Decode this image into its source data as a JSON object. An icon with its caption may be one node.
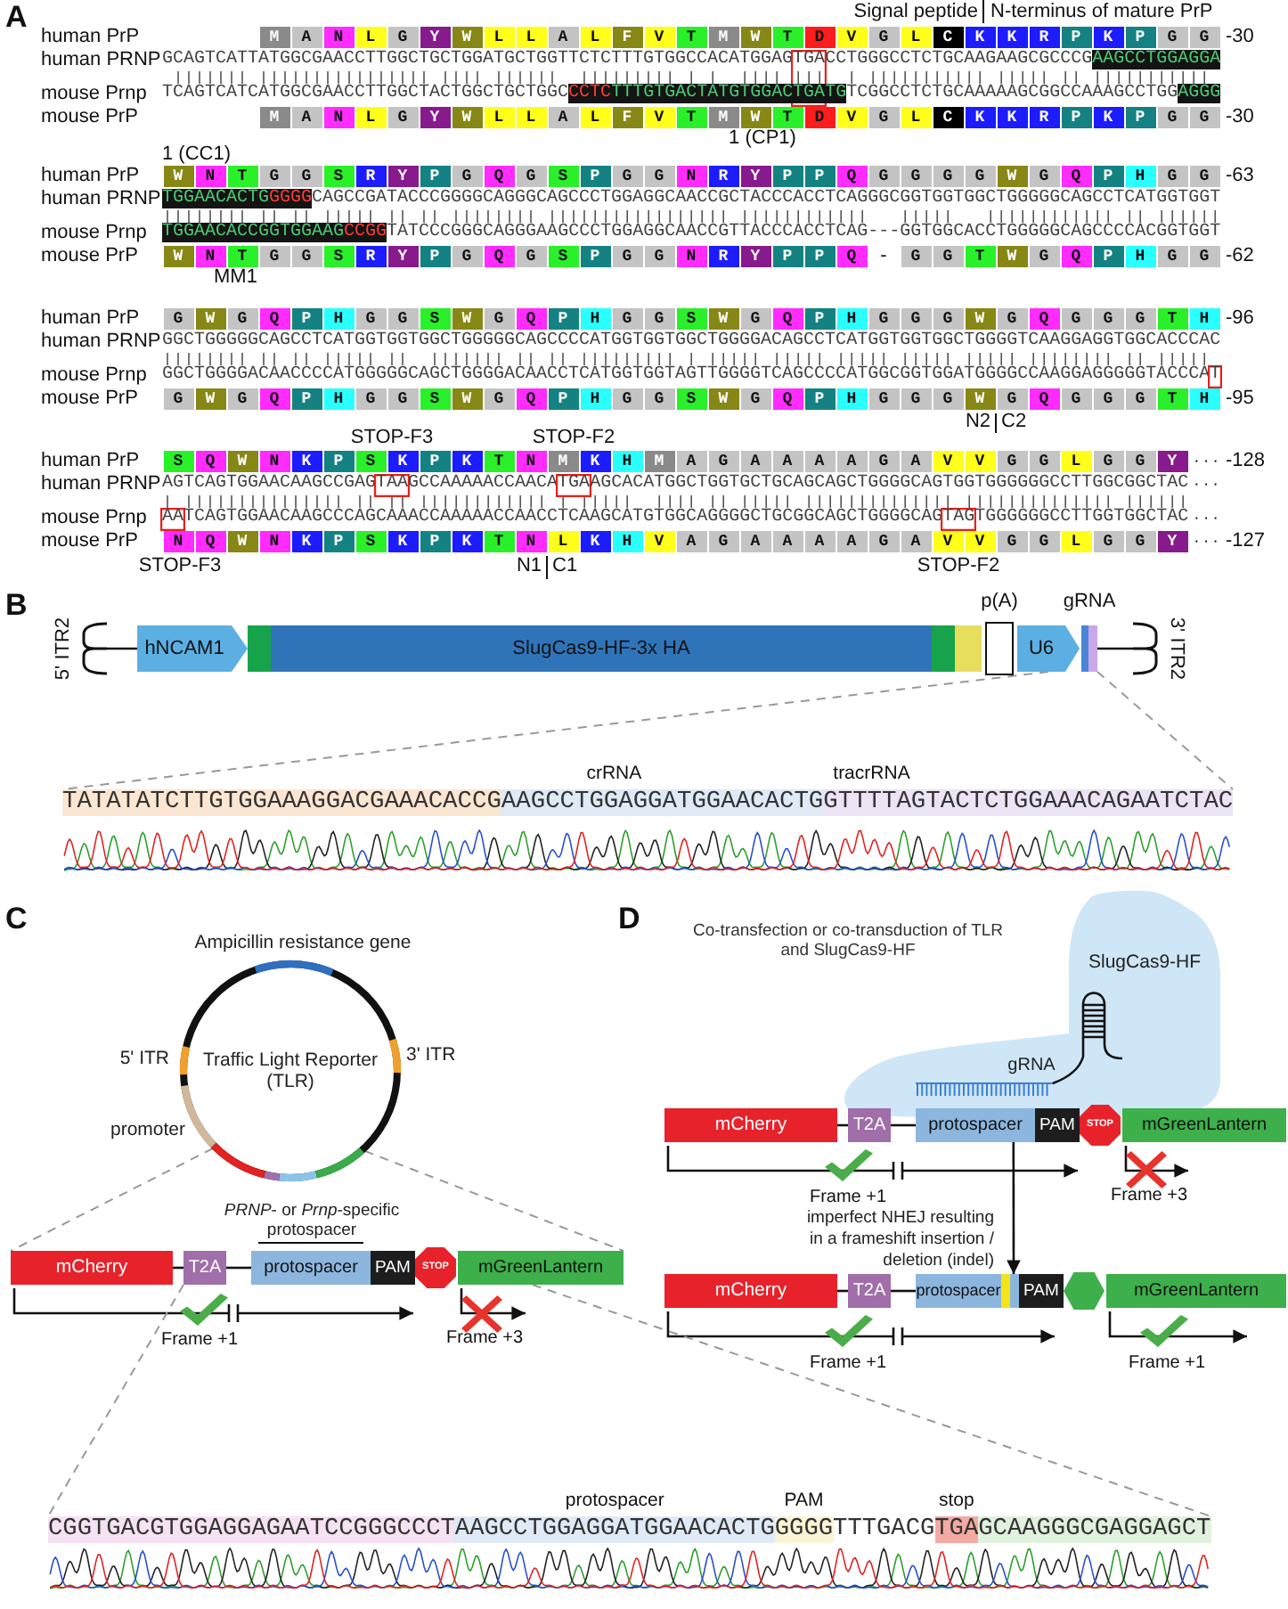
{
  "diagram": {
    "nodes": [
      {
        "text": [
          "M"
        ]
      },
      {
        "text": [
          "A"
        ]
      },
      {
        "text": [
          "N"
        ]
      },
      {
        "text": [
          "L"
        ]
      },
      {
        "text": [
          "G"
        ]
      },
      {
        "text": [
          "Y"
        ]
      },
      {
        "text": [
          "W"
        ]
      },
      {
        "text": [
          "L"
        ]
      },
      {
        "text": [
          "L"
        ]
      },
      {
        "text": [
          "A"
        ]
      },
      {
        "text": [
          "L"
        ]
      },
      {
        "text": [
          "F"
        ]
      },
      {
        "text": [
          "V"
        ]
      },
      {
        "text": [
          "T"
        ]
      },
      {
        "text": [
          "M"
        ]
      },
      {
        "text": [
          "W"
        ]
      },
      {
        "text": [
          "T"
        ]
      },
      {
        "text": [
          "D"
        ]
      },
      {
        "text": [
          "V"
        ]
      },
      {
        "text": [
          "G"
        ]
      },
      {
        "text": [
          "L"
        ]
      },
      {
        "text": [
          "C"
        ]
      },
      {
        "text": [
          "K"
        ]
      },
      {
        "text": [
          "K"
        ]
      },
      {
        "text": [
          "R"
        ]
      },
      {
        "text": [
          "P"
        ]
      },
      {
        "text": [
          "K"
        ]
      },
      {
        "text": [
          "P"
        ]
      },
      {
        "text": [
          "G"
        ]
      },
      {
        "text": [
          "G"
        ]
      },
      {
        "text": [
          "M"
        ]
      },
      {
        "text": [
          "A"
        ]
      },
      {
        "text": [
          "N"
        ]
      },
      {
        "text": [
          "L"
        ]
      },
      {
        "text": [
          "G"
        ]
      },
      {
        "text": [
          "Y"
        ]
      },
      {
        "text": [
          "W"
        ]
      },
      {
        "text": [
          "L"
        ]
      },
      {
        "text": [
          "L"
        ]
      },
      {
        "text": [
          "A"
        ]
      },
      {
        "text": [
          "L"
        ]
      },
      {
        "text": [
          "F"
        ]
      },
      {
        "text": [
          "V"
        ]
      },
      {
        "text": [
          "T"
        ]
      },
      {
        "text": [
          "M"
        ]
      },
      {
        "text": [
          "W"
        ]
      },
      {
        "text": [
          "T"
        ]
      },
      {
        "text": [
          "D"
        ]
      },
      {
        "text": [
          "V"
        ]
      },
      {
        "text": [
          "G"
        ]
      },
      {
        "text": [
          "L"
        ]
      },
      {
        "text": [
          "C"
        ]
      },
      {
        "text": [
          "K"
        ]
      },
      {
        "text": [
          "K"
        ]
      },
      {
        "text": [
          "R"
        ]
      },
      {
        "text": [
          "P"
        ]
      },
      {
        "text": [
          "K"
        ]
      },
      {
        "text": [
          "P"
        ]
      },
      {
        "text": [
          "G"
        ]
      },
      {
        "text": [
          "G"
        ]
      },
      {
        "text": [
          "W"
        ]
      },
      {
        "text": [
          "N"
        ]
      },
      {
        "text": [
          "T"
        ]
      },
      {
        "text": [
          "G"
        ]
      },
      {
        "text": [
          "G"
        ]
      },
      {
        "text": [
          "S"
        ]
      },
      {
        "text": [
          "R"
        ]
      },
      {
        "text": [
          "Y"
        ]
      },
      {
        "text": [
          "P"
        ]
      },
      {
        "text": [
          "G"
        ]
      },
      {
        "text": [
          "Q"
        ]
      },
      {
        "text": [
          "G"
        ]
      },
      {
        "text": [
          "S"
        ]
      },
      {
        "text": [
          "P"
        ]
      },
      {
        "text": [
          "G"
        ]
      },
      {
        "text": [
          "G"
        ]
      },
      {
        "text": [
          "N"
        ]
      },
      {
        "text": [
          "R"
        ]
      },
      {
        "text": [
          "Y"
        ]
      },
      {
        "text": [
          "P"
        ]
      },
      {
        "text": [
          "P"
        ]
      },
      {
        "text": [
          "Q"
        ]
      },
      {
        "text": [
          "G"
        ]
      },
      {
        "text": [
          "G"
        ]
      },
      {
        "text": [
          "G"
        ]
      },
      {
        "text": [
          "G"
        ]
      },
      {
        "text": [
          "W"
        ]
      },
      {
        "text": [
          "G"
        ]
      },
      {
        "text": [
          "Q"
        ]
      },
      {
        "text": [
          "P"
        ]
      },
      {
        "text": [
          "H"
        ]
      },
      {
        "text": [
          "G"
        ]
      },
      {
        "text": [
          "G"
        ]
      },
      {
        "text": [
          "W"
        ]
      },
      {
        "text": [
          "N"
        ]
      },
      {
        "text": [
          "T"
        ]
      },
      {
        "text": [
          "G"
        ]
      },
      {
        "text": [
          "G"
        ]
      },
      {
        "text": [
          "S"
        ]
      },
      {
        "text": [
          "R"
        ]
      },
      {
        "text": [
          "Y"
        ]
      },
      {
        "text": [
          "P"
        ]
      },
      {
        "text": [
          "G"
        ]
      },
      {
        "text": [
          "Q"
        ]
      },
      {
        "text": [
          "G"
        ]
      },
      {
        "text": [
          "S"
        ]
      },
      {
        "text": [
          "P"
        ]
      },
      {
        "text": [
          "G"
        ]
      },
      {
        "text": [
          "G"
        ]
      },
      {
        "text": [
          "N"
        ]
      },
      {
        "text": [
          "R"
        ]
      },
      {
        "text": [
          "Y"
        ]
      },
      {
        "text": [
          "P"
        ]
      },
      {
        "text": [
          "P"
        ]
      },
      {
        "text": [
          "Q"
        ]
      },
      {
        "text": [
          "G"
        ]
      },
      {
        "text": [
          "G"
        ]
      },
      {
        "text": [
          "T"
        ]
      },
      {
        "text": [
          "W"
        ]
      },
      {
        "text": [
          "G"
        ]
      },
      {
        "text": [
          "Q"
        ]
      },
      {
        "text": [
          "P"
        ]
      },
      {
        "text": [
          "H"
        ]
      },
      {
        "text": [
          "G"
        ]
      },
      {
        "text": [
          "G"
        ]
      },
      {
        "text": [
          "G"
        ]
      },
      {
        "text": [
          "W"
        ]
      },
      {
        "text": [
          "G"
        ]
      },
      {
        "text": [
          "Q"
        ]
      },
      {
        "text": [
          "P"
        ]
      },
      {
        "text": [
          "H"
        ]
      },
      {
        "text": [
          "G"
        ]
      },
      {
        "text": [
          "G"
        ]
      },
      {
        "text": [
          "S"
        ]
      },
      {
        "text": [
          "W"
        ]
      },
      {
        "text": [
          "G"
        ]
      },
      {
        "text": [
          "Q"
        ]
      },
      {
        "text": [
          "P"
        ]
      },
      {
        "text": [
          "H"
        ]
      },
      {
        "text": [
          "G"
        ]
      },
      {
        "text": [
          "G"
        ]
      },
      {
        "text": [
          "S"
        ]
      },
      {
        "text": [
          "W"
        ]
      },
      {
        "text": [
          "G"
        ]
      },
      {
        "text": [
          "Q"
        ]
      },
      {
        "text": [
          "P"
        ]
      },
      {
        "text": [
          "H"
        ]
      },
      {
        "text": [
          "G"
        ]
      },
      {
        "text": [
          "G"
        ]
      },
      {
        "text": [
          "G"
        ]
      },
      {
        "text": [
          "W"
        ]
      },
      {
        "text": [
          "G"
        ]
      },
      {
        "text": [
          "Q"
        ]
      },
      {
        "text": [
          "G"
        ]
      },
      {
        "text": [
          "G"
        ]
      },
      {
        "text": [
          "G"
        ]
      },
      {
        "text": [
          "T"
        ]
      },
      {
        "text": [
          "H"
        ]
      },
      {
        "text": [
          "G"
        ]
      },
      {
        "text": [
          "W"
        ]
      },
      {
        "text": [
          "G"
        ]
      },
      {
        "text": [
          "Q"
        ]
      },
      {
        "text": [
          "P"
        ]
      },
      {
        "text": [
          "H"
        ]
      },
      {
        "text": [
          "G"
        ]
      },
      {
        "text": [
          "G"
        ]
      },
      {
        "text": [
          "S"
        ]
      },
      {
        "text": [
          "W"
        ]
      },
      {
        "text": [
          "G"
        ]
      },
      {
        "text": [
          "Q"
        ]
      },
      {
        "text": [
          "P"
        ]
      },
      {
        "text": [
          "H"
        ]
      },
      {
        "text": [
          "G"
        ]
      },
      {
        "text": [
          "G"
        ]
      },
      {
        "text": [
          "S"
        ]
      },
      {
        "text": [
          "W"
        ]
      },
      {
        "text": [
          "G"
        ]
      },
      {
        "text": [
          "Q"
        ]
      },
      {
        "text": [
          "P"
        ]
      },
      {
        "text": [
          "H"
        ]
      },
      {
        "text": [
          "G"
        ]
      },
      {
        "text": [
          "G"
        ]
      },
      {
        "text": [
          "G"
        ]
      },
      {
        "text": [
          "W"
        ]
      },
      {
        "text": [
          "G"
        ]
      },
      {
        "text": [
          "Q"
        ]
      },
      {
        "text": [
          "G"
        ]
      },
      {
        "text": [
          "G"
        ]
      },
      {
        "text": [
          "G"
        ]
      },
      {
        "text": [
          "T"
        ]
      },
      {
        "text": [
          "H"
        ]
      },
      {
        "text": [
          "S"
        ]
      },
      {
        "text": [
          "Q"
        ]
      },
      {
        "text": [
          "W"
        ]
      },
      {
        "text": [
          "N"
        ]
      },
      {
        "text": [
          "K"
        ]
      },
      {
        "text": [
          "P"
        ]
      },
      {
        "text": [
          "S"
        ]
      },
      {
        "text": [
          "K"
        ]
      },
      {
        "text": [
          "P"
        ]
      },
      {
        "text": [
          "K"
        ]
      },
      {
        "text": [
          "T"
        ]
      },
      {
        "text": [
          "N"
        ]
      },
      {
        "text": [
          "M"
        ]
      },
      {
        "text": [
          "K"
        ]
      },
      {
        "text": [
          "H"
        ]
      },
      {
        "text": [
          "M"
        ]
      },
      {
        "text": [
          "A"
        ]
      },
      {
        "text": [
          "G"
        ]
      },
      {
        "text": [
          "A"
        ]
      },
      {
        "text": [
          "A"
        ]
      },
      {
        "text": [
          "A"
        ]
      },
      {
        "text": [
          "A"
        ]
      },
      {
        "text": [
          "G"
        ]
      },
      {
        "text": [
          "A"
        ]
      },
      {
        "text": [
          "V"
        ]
      },
      {
        "text": [
          "V"
        ]
      },
      {
        "text": [
          "G"
        ]
      },
      {
        "text": [
          "G"
        ]
      },
      {
        "text": [
          "L"
        ]
      },
      {
        "text": [
          "G"
        ]
      },
      {
        "text": [
          "G"
        ]
      },
      {
        "text": [
          "Y"
        ]
      },
      {
        "text": [
          "N"
        ]
      },
      {
        "text": [
          "Q"
        ]
      },
      {
        "text": [
          "W"
        ]
      },
      {
        "text": [
          "N"
        ]
      },
      {
        "text": [
          "K"
        ]
      },
      {
        "text": [
          "P"
        ]
      },
      {
        "text": [
          "S"
        ]
      },
      {
        "text": [
          "K"
        ]
      },
      {
        "text": [
          "P"
        ]
      },
      {
        "text": [
          "K"
        ]
      },
      {
        "text": [
          "T"
        ]
      },
      {
        "text": [
          "N"
        ]
      },
      {
        "text": [
          "L"
        ]
      },
      {
        "text": [
          "K"
        ]
      },
      {
        "text": [
          "H"
        ]
      },
      {
        "text": [
          "V"
        ]
      },
      {
        "text": [
          "A"
        ]
      },
      {
        "text": [
          "G"
        ]
      },
      {
        "text": [
          "A"
        ]
      },
      {
        "text": [
          "A"
        ]
      },
      {
        "text": [
          "A"
        ]
      },
      {
        "text": [
          "A"
        ]
      },
      {
        "text": [
          "G"
        ]
      },
      {
        "text": [
          "A"
        ]
      },
      {
        "text": [
          "V"
        ]
      },
      {
        "text": [
          "V"
        ]
      },
      {
        "text": [
          "G"
        ]
      },
      {
        "text": [
          "G"
        ]
      },
      {
        "text": [
          "L"
        ]
      },
      {
        "text": [
          "G"
        ]
      },
      {
        "text": [
          "G"
        ]
      },
      {
        "text": [
          "Y"
        ]
      },
      {
        "text": [
          "TGA",
          "TGA"
        ]
      },
      {
        "text": [
          "T"
        ]
      },
      {
        "text": [
          "TAA"
        ]
      },
      {
        "text": [
          "TGA"
        ]
      },
      {
        "text": [
          "AA"
        ]
      },
      {
        "text": [
          "TAG"
        ]
      },
      {
        "text": [
          "5' ITR2"
        ]
      },
      {
        "text": [
          "hNCAM1"
        ]
      },
      {
        "text": [],
        "shape": "bar"
      },
      {
        "text": [
          "SlugCas9-HF-3x HA"
        ]
      },
      {
        "text": [],
        "shape": "bar"
      },
      {
        "text": [],
        "shape": "bar"
      },
      {
        "text": [
          "p(A)"
        ]
      },
      {
        "text": [
          "U6"
        ]
      },
      {
        "text": [
          "gRNA"
        ]
      },
      {
        "text": [
          "3' ITR2"
        ]
      },
      {
        "text": [
          "TATATATCTTGTGGAAAGGACGAAACACCGAAGCCTGGAGGATGGAACACTGGTTTTAGTACTCTGGAAACAGAATCTAC"
        ],
        "beside": [
          "crRNA",
          "tracrRNA"
        ]
      },
      {
        "text": [
          "Traffic Light Reporter (TLR)"
        ],
        "beside": [
          "Ampicillin resistance gene",
          "5' ITR",
          "3' ITR",
          "promoter"
        ]
      },
      {
        "text": [
          "mCherry"
        ]
      },
      {
        "text": [
          "T2A"
        ]
      },
      {
        "text": [
          "protospacer"
        ]
      },
      {
        "text": [
          "PAM"
        ]
      },
      {
        "text": [
          "STOP"
        ]
      },
      {
        "text": [
          "mGreenLantern"
        ]
      },
      {
        "text": [
          "CGGTGACGTGGAGGAGAATCCGGGCCCTAAGCCTGGAGGATGGAACACTGGGGGTTTGACGTGAGCAAGGGCGAGGAGCT"
        ],
        "beside": [
          "protospacer",
          "PAM",
          "stop"
        ]
      },
      {
        "text": [
          "SlugCas9-HF"
        ]
      },
      {
        "text": [
          "mCherry"
        ]
      },
      {
        "text": [
          "T2A"
        ]
      },
      {
        "text": [
          "protospacer"
        ]
      },
      {
        "text": [
          "PAM"
        ]
      },
      {
        "text": [
          "STOP"
        ]
      },
      {
        "text": [
          "mGreenLantern"
        ]
      },
      {
        "text": [
          "mCherry"
        ]
      },
      {
        "text": [
          "T2A"
        ]
      },
      {
        "text": [
          "protospacer"
        ]
      },
      {
        "text": [],
        "shape": "bar",
        "in": 289
      },
      {
        "text": [
          "PAM"
        ]
      },
      {
        "text": [],
        "shape": "hexagon"
      },
      {
        "text": [
          "mGreenLantern"
        ]
      }
    ],
    "edges": [
      {
        "from": 261,
        "to": 262,
        "arrow": "none"
      },
      {
        "from": 269,
        "to": 270,
        "arrow": "none"
      },
      {
        "from": 268,
        "to": 271,
        "arrow": "none",
        "style": "dashed",
        "color": "#999999"
      },
      {
        "from": 269,
        "to": 271,
        "arrow": "none",
        "style": "dashed",
        "color": "#999999"
      },
      {
        "from": 272,
        "to": 273,
        "arrow": "none",
        "style": "dashed",
        "color": "#999999"
      },
      {
        "from": 272,
        "to": 278,
        "arrow": "none",
        "style": "dashed",
        "color": "#999999"
      },
      {
        "from": 273,
        "to": 274,
        "arrow": "none"
      },
      {
        "from": 274,
        "to": 275,
        "arrow": "none"
      },
      {
        "from": 274,
        "to": 279,
        "arrow": "none",
        "style": "dashed",
        "color": "#999999"
      },
      {
        "from": 278,
        "to": 279,
        "arrow": "none",
        "style": "dashed",
        "color": "#999999"
      },
      {
        "from": 281,
        "to": 282,
        "arrow": "none"
      },
      {
        "from": 282,
        "to": 283,
        "arrow": "none"
      },
      {
        "from": 283,
        "to": 289,
        "arrow": "to",
        "label": "imperfect NHEJ resulting in a frameshift insertion / deletion (indel)"
      },
      {
        "from": 287,
        "to": 288,
        "arrow": "none"
      },
      {
        "from": 288,
        "to": 289,
        "arrow": "none"
      }
    ],
    "labels": [
      "A",
      "Signal peptide",
      "N-terminus of mature PrP",
      "human PrP",
      "-30",
      "human PRNP",
      "GCAGTCATTATGGCGAACCTTGGCTGCTGGATGCTGGTTCTCTTTGTGGCCACATGGAG",
      "CCTGGGCCTCTGCAAGAAGCGCCCGAAGCCTGGAGGA",
      "mouse Prnp",
      "TCAGTCATCATGGCGAACCTTGGCTACTGGCTGCTGGCCCTCTTTGTGACTATGTGGAC",
      "TGTCGGCCTCTGCAAAAAGCGGCCAAAGCCTGGAGGG",
      "mouse PrP",
      "-30",
      "1 (CP1)",
      "1 (CC1)",
      "human PrP",
      "-63",
      "human PRNP",
      "TGGAACACTGGGGGCAGCCGATACCCGGGGCAGGGCAGCCCTGGAGGCAACCGCTACCCACCTCAGGGCGGTGGTGGCTGGGGGCAGCCTCATGGTGGT",
      "mouse Prnp",
      "TGGAACACCGGTGGAAGCCGGTATCCCGGGCAGGGAAGCCCTGGAGGCAACCGTTACCCACCTCAG---GGTGGCACCTGGGGGCAGCCCCACGGTGGT",
      "mouse PrP",
      "-",
      "-62",
      "MM1",
      "human PrP",
      "-96",
      "human PRNP",
      "GGCTGGGGGCAGCCTCATGGTGGTGGCTGGGGGCAGCCCCATGGTGGTGGCTGGGGACAGCCTCATGGTGGTGGCTGGGGTCAAGGAGGTGGCACCCAC",
      "mouse Prnp",
      "GGCTGGGGACAACCCCATGGGGGCAGCTGGGGACAACCTCATGGTGGTAGTTGGGGTCAGCCCCATGGCGGTGGATGGGGCCAAGGAGGGGGTACCCA",
      "mouse PrP",
      "-95",
      "N2",
      "C2",
      "STOP-F3",
      "STOP-F2",
      "human PrP",
      "···",
      "-128",
      "human PRNP",
      "AGTCAGTGGAACAAGCCGAG",
      "GCCAAAAACCAACA",
      "AGCACATGGCTGGTGCTGCAGCAGCTGGGGCAGTGGTGGGGGGCCTTGGCGGCTAC",
      "···",
      "mouse Prnp",
      "TCAGTGGAACAAGCCCAGCAAACCAAAAACCAACCTCAAGCATGTGGCAGGGGCTGCGGCAGCTGGGGCAG",
      "TGGGGGGCCTTGGTGGCTAC",
      "···",
      "mouse PrP",
      "···",
      "-127",
      "STOP-F3",
      "N1",
      "C1",
      "STOP-F2",
      "B",
      "C",
      "*PRNP*- or *Prnp*-specific protospacer",
      "Frame +1",
      "Frame +3",
      "D",
      "Co-transfection or co-transduction of TLR and SlugCas9-HF",
      "gRNA",
      "Frame +1",
      "Frame +3",
      "Frame +1",
      "Frame +1"
    ]
  }
}
